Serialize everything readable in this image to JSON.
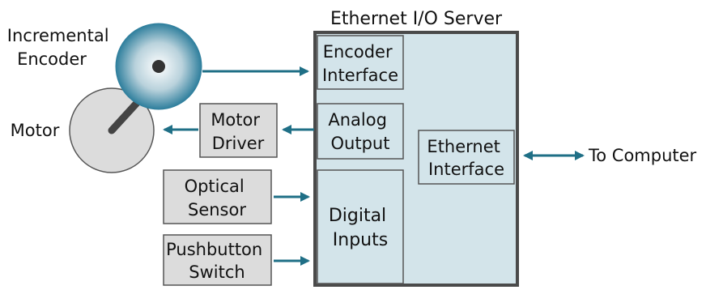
{
  "server": {
    "title": "Ethernet I/O Server"
  },
  "blocks": {
    "encoder_interface": [
      "Encoder",
      "Interface"
    ],
    "analog_output": [
      "Analog",
      "Output"
    ],
    "digital_inputs": [
      "Digital",
      "Inputs"
    ],
    "ethernet_interface": [
      "Ethernet",
      "Interface"
    ],
    "motor_driver": [
      "Motor",
      "Driver"
    ],
    "optical_sensor": [
      "Optical",
      "Sensor"
    ],
    "pushbutton_switch": [
      "Pushbutton",
      "Switch"
    ]
  },
  "labels": {
    "incremental_encoder": [
      "Incremental",
      "Encoder"
    ],
    "motor": "Motor",
    "to_computer": "To Computer"
  },
  "colors": {
    "server_fill": "#d3e4ea",
    "block_fill": "#dcdcdc",
    "arrow": "#1f6f86",
    "encoder_gradient_inner": "#ffffff",
    "encoder_gradient_outer": "#2f7f9d"
  }
}
